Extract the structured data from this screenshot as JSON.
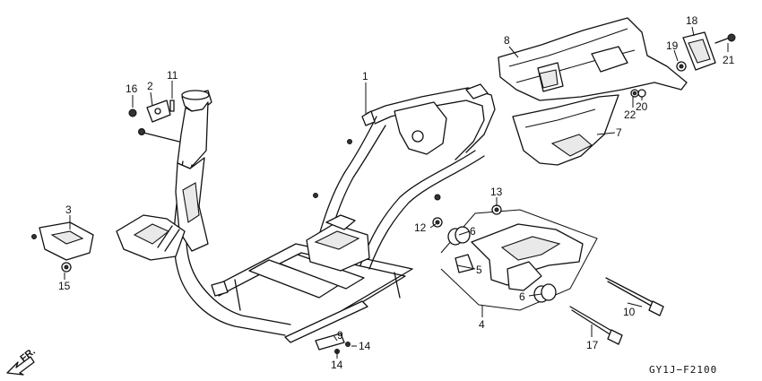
{
  "diagram": {
    "part_callouts": [
      "1",
      "2",
      "3",
      "4",
      "5",
      "6",
      "6",
      "7",
      "8",
      "9",
      "10",
      "11",
      "12",
      "13",
      "14",
      "14",
      "15",
      "16",
      "17",
      "18",
      "19",
      "20",
      "21",
      "22"
    ],
    "diagram_code": "GY1J−F2100",
    "direction_label": "FR."
  }
}
